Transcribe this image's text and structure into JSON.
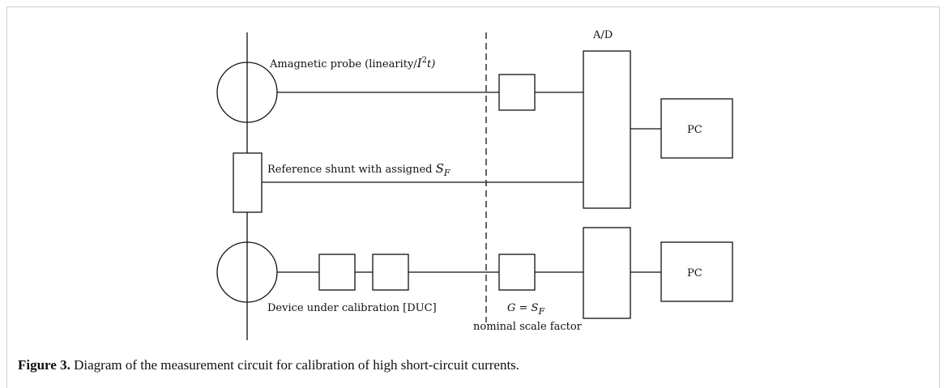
{
  "diagram": {
    "label_ad": "A/D",
    "label_pc_top": "PC",
    "label_pc_bottom": "PC",
    "label_probe": "Amagnetic probe (linearity/",
    "label_probe_var": "I",
    "label_probe_exp": "2",
    "label_probe_end": "t)",
    "label_shunt": "Reference shunt with assigned ",
    "label_shunt_var": "S",
    "label_shunt_sub": "F",
    "label_duc": "Device under calibration [DUC]",
    "label_gain": "G = S",
    "label_gain_sub": "F",
    "label_nominal": "nominal scale factor"
  },
  "caption": {
    "label": "Figure 3.",
    "text": " Diagram of the measurement circuit for calibration of high short-circuit currents."
  }
}
